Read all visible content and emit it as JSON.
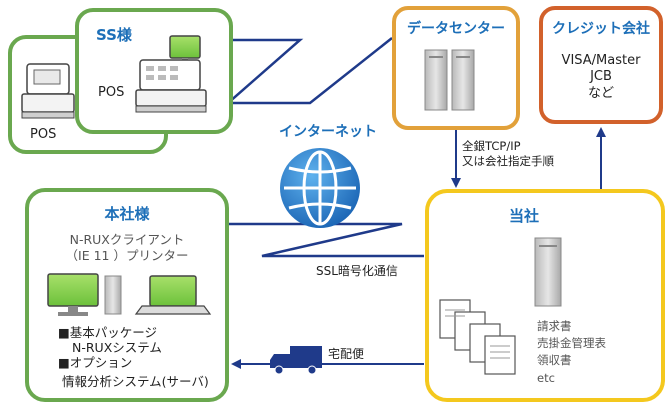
{
  "colors": {
    "green": "#6aa84f",
    "orange": "#e2a13a",
    "red_orange": "#d2612b",
    "yellow": "#f4c81e",
    "navy": "#1f3a8a",
    "blue_text": "#1d6fb8"
  },
  "ss": {
    "title": "SS様",
    "pos_front": "POS",
    "pos_back": "POS"
  },
  "datacenter": {
    "title": "データセンター"
  },
  "credit": {
    "title": "クレジット会社",
    "line1": "VISA/Master",
    "line2": "JCB",
    "line3": "など"
  },
  "internet": {
    "label": "インターネット"
  },
  "headoffice": {
    "title": "本社様",
    "client_line1": "N-RUXクライアント",
    "client_line2": "（IE 11 ）プリンター",
    "items": [
      "■基本パッケージ",
      "N-RUXシステム",
      "■オプション",
      "情報分析システム(サーバ)"
    ]
  },
  "company": {
    "title": "当社",
    "docs": [
      "請求書",
      "売掛金管理表",
      "領収書",
      "etc"
    ]
  },
  "links": {
    "dc_to_company_line1": "全銀TCP/IP",
    "dc_to_company_line2": "又は会社指定手順",
    "ssl": "SSL暗号化通信",
    "delivery": "宅配便"
  }
}
